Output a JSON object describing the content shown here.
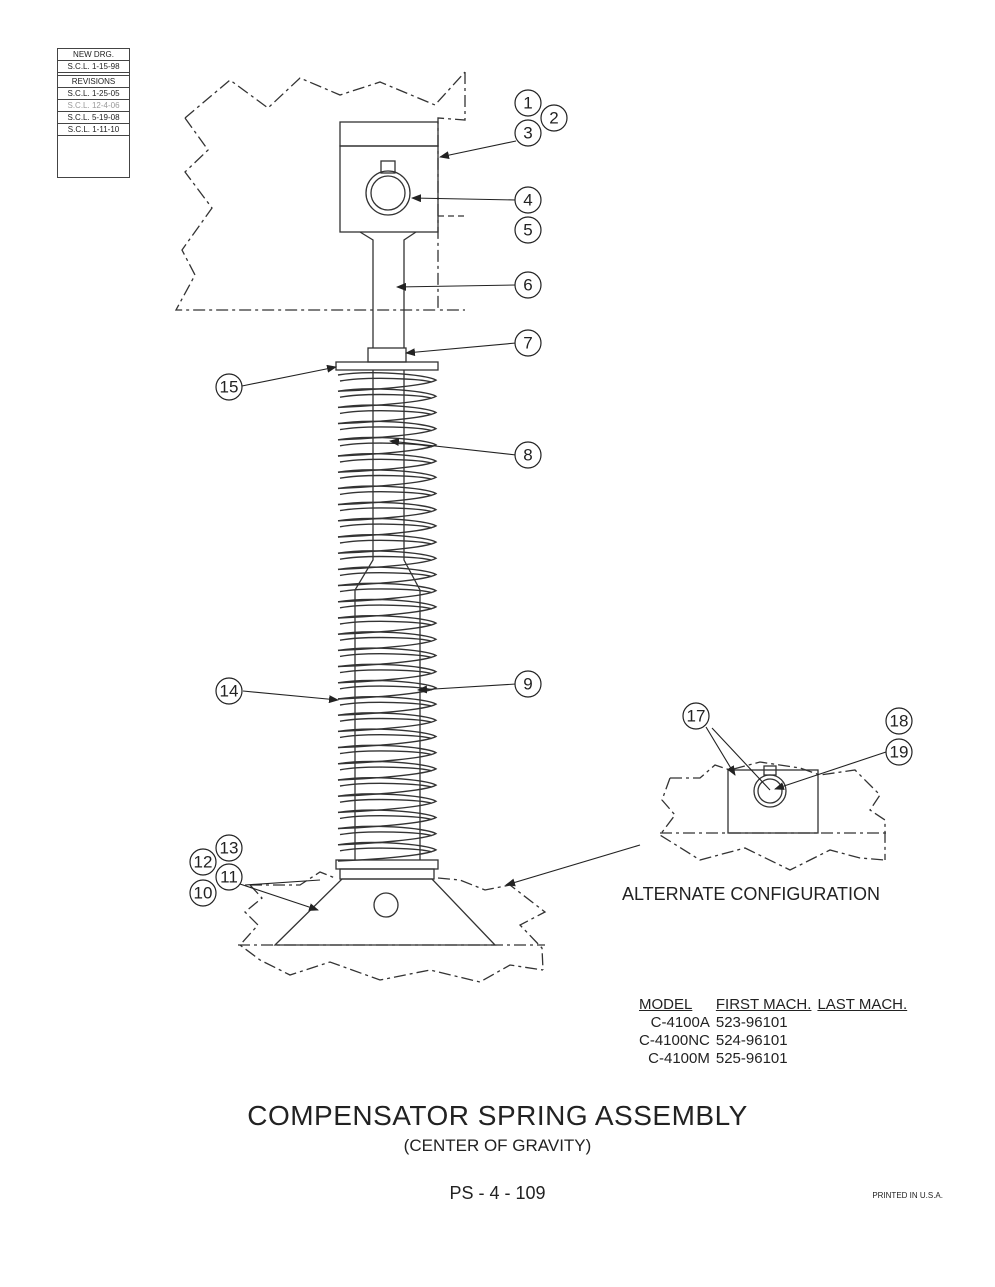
{
  "revision_block": {
    "new_drawing_label": "NEW DRG.",
    "new_drawing_date": "S.C.L. 1-15-98",
    "revisions_label": "REVISIONS",
    "revisions": [
      "S.C.L. 1-25-05",
      "S.C.L. 12-4-06",
      "S.C.L. 5-19-08",
      "S.C.L. 1-11-10"
    ]
  },
  "callouts": [
    "1",
    "2",
    "3",
    "4",
    "5",
    "6",
    "7",
    "8",
    "9",
    "10",
    "11",
    "12",
    "13",
    "14",
    "15",
    "17",
    "18",
    "19"
  ],
  "alternate_label": "ALTERNATE CONFIGURATION",
  "model_table": {
    "headers": [
      "MODEL",
      "FIRST MACH.",
      "LAST MACH."
    ],
    "rows": [
      {
        "model": "C-4100A",
        "first": "523-96101",
        "last": ""
      },
      {
        "model": "C-4100NC",
        "first": "524-96101",
        "last": ""
      },
      {
        "model": "C-4100M",
        "first": "525-96101",
        "last": ""
      }
    ]
  },
  "title": "COMPENSATOR SPRING ASSEMBLY",
  "subtitle": "(CENTER OF GRAVITY)",
  "page_number": "PS - 4 - 109",
  "printed": "PRINTED IN U.S.A."
}
